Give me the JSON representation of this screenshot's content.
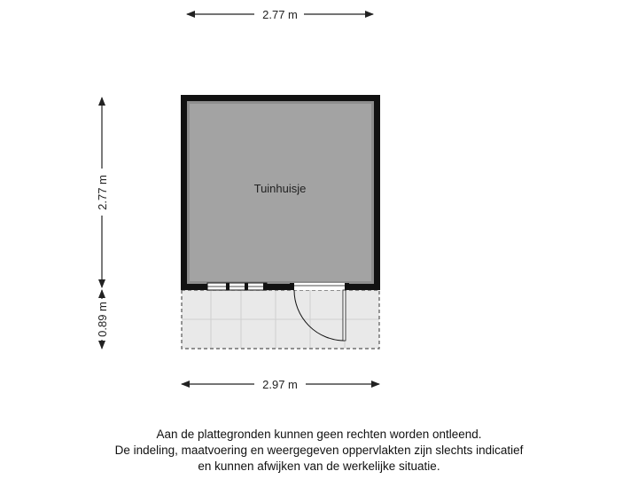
{
  "dimensions": {
    "top_width": "2.77 m",
    "left_height_room": "2.77 m",
    "left_height_terrace": "0.89 m",
    "bottom_width": "2.97 m"
  },
  "room": {
    "name": "Tuinhuisje"
  },
  "disclaimer": {
    "line1": "Aan de plattegronden kunnen geen rechten worden ontleend.",
    "line2": "De indeling, maatvoering en weergegeven oppervlakten zijn slechts indicatief",
    "line3": "en kunnen afwijken van de werkelijke situatie."
  },
  "colors": {
    "wall": "#111111",
    "room_fill": "#a3a3a3",
    "room_inner_shade": "#8e8e8e",
    "terrace_fill": "#e9e9e9",
    "terrace_grid": "#cfcfcf",
    "dimension_line": "#222222"
  }
}
